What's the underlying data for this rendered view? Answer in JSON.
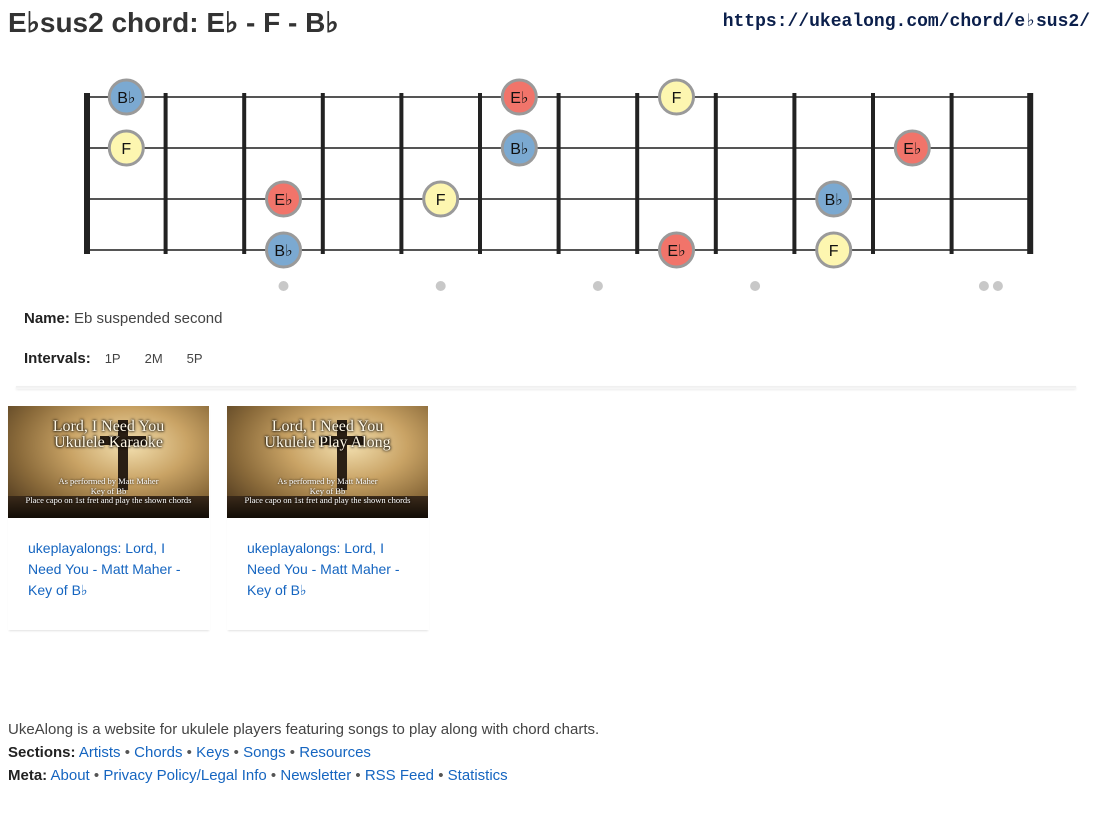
{
  "header": {
    "title": "E♭sus2 chord: E♭ - F - B♭",
    "url": "https://ukealong.com/chord/e♭sus2/"
  },
  "fretboard": {
    "notes": [
      {
        "string": 1,
        "fret": 1,
        "label": "B♭",
        "role": "fifth"
      },
      {
        "string": 1,
        "fret": 6,
        "label": "E♭",
        "role": "root"
      },
      {
        "string": 1,
        "fret": 8,
        "label": "F",
        "role": "second"
      },
      {
        "string": 2,
        "fret": 1,
        "label": "F",
        "role": "second"
      },
      {
        "string": 2,
        "fret": 6,
        "label": "B♭",
        "role": "fifth"
      },
      {
        "string": 2,
        "fret": 11,
        "label": "E♭",
        "role": "root"
      },
      {
        "string": 3,
        "fret": 3,
        "label": "E♭",
        "role": "root"
      },
      {
        "string": 3,
        "fret": 5,
        "label": "F",
        "role": "second"
      },
      {
        "string": 3,
        "fret": 10,
        "label": "B♭",
        "role": "fifth"
      },
      {
        "string": 4,
        "fret": 3,
        "label": "B♭",
        "role": "fifth"
      },
      {
        "string": 4,
        "fret": 8,
        "label": "E♭",
        "role": "root"
      },
      {
        "string": 4,
        "fret": 10,
        "label": "F",
        "role": "second"
      }
    ],
    "colors": {
      "root": "#f1746a",
      "second": "#fdf6b0",
      "fifth": "#7ba9d1"
    },
    "marker_frets": [
      3,
      5,
      7,
      9,
      12
    ]
  },
  "chord_info": {
    "name_label": "Name:",
    "name_value": "Eb suspended second",
    "intervals_label": "Intervals:",
    "intervals": [
      "1P",
      "2M",
      "5P"
    ]
  },
  "videos": [
    {
      "thumb_title_1": "Lord, I Need You",
      "thumb_title_2": "Ukulele Karaoke",
      "thumb_sub_1": "As performed by Matt Maher",
      "thumb_sub_2": "Key of Bb",
      "thumb_sub_3": "Place capo on 1st fret and play the shown chords",
      "link_text": "ukeplayalongs: Lord, I Need You - Matt Maher - Key of B♭"
    },
    {
      "thumb_title_1": "Lord, I Need You",
      "thumb_title_2": "Ukulele Play Along",
      "thumb_sub_1": "As performed by Matt Maher",
      "thumb_sub_2": "Key of Bb",
      "thumb_sub_3": "Place capo on 1st fret and play the shown chords",
      "link_text": "ukeplayalongs: Lord, I Need You - Matt Maher - Key of B♭"
    }
  ],
  "footer": {
    "description": "UkeAlong is a website for ukulele players featuring songs to play along with chord charts.",
    "sections_label": "Sections:",
    "sections": [
      "Artists",
      "Chords",
      "Keys",
      "Songs",
      "Resources"
    ],
    "meta_label": "Meta:",
    "meta": [
      "About",
      "Privacy Policy/Legal Info",
      "Newsletter",
      "RSS Feed",
      "Statistics"
    ],
    "separator": "•"
  }
}
